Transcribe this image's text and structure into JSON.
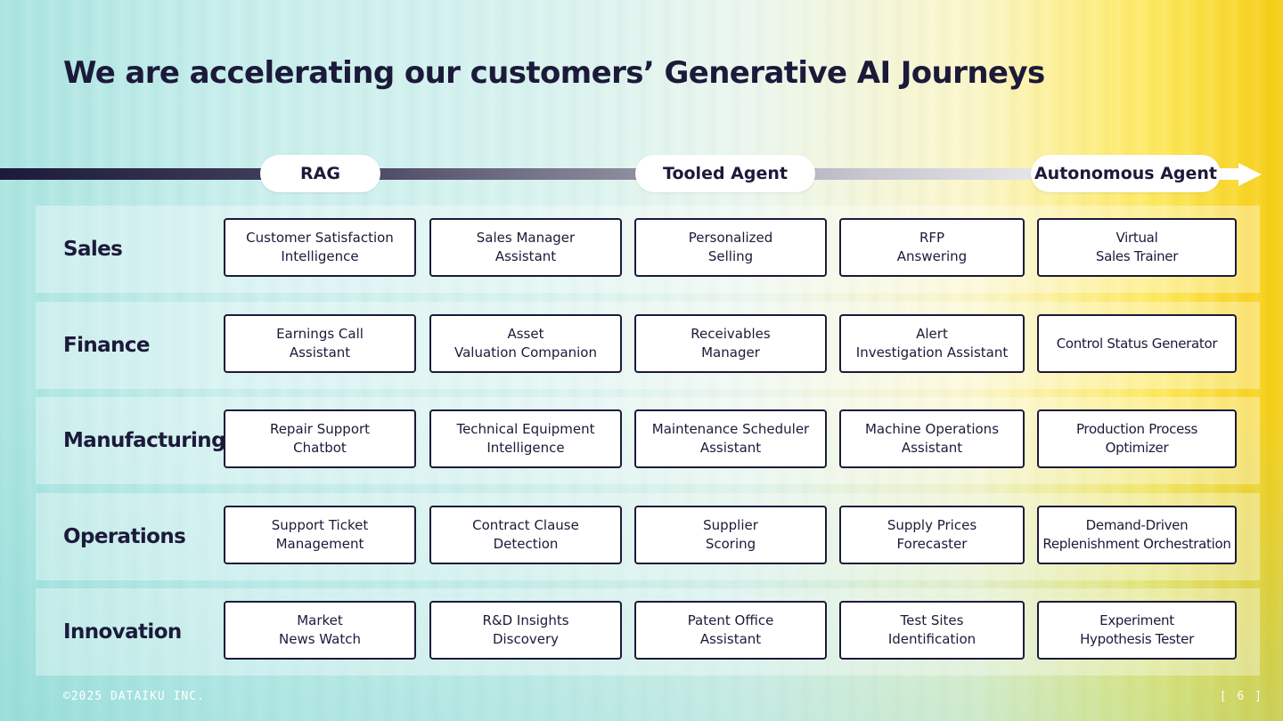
{
  "title": "We are accelerating our customers’ Generative AI Journeys",
  "stages": [
    "RAG",
    "Tooled Agent",
    "Autonomous Agent"
  ],
  "rows": [
    {
      "label": "Sales",
      "cards": [
        [
          "Customer Satisfaction",
          "Intelligence"
        ],
        [
          "Sales Manager",
          "Assistant"
        ],
        [
          "Personalized",
          "Selling"
        ],
        [
          "RFP",
          "Answering"
        ],
        [
          "Virtual",
          "Sales Trainer"
        ]
      ]
    },
    {
      "label": "Finance",
      "cards": [
        [
          "Earnings Call",
          "Assistant"
        ],
        [
          "Asset",
          "Valuation Companion"
        ],
        [
          "Receivables",
          "Manager"
        ],
        [
          "Alert",
          "Investigation Assistant"
        ],
        [
          "Control Status Generator"
        ]
      ]
    },
    {
      "label": "Manufacturing",
      "cards": [
        [
          "Repair Support",
          "Chatbot"
        ],
        [
          "Technical Equipment",
          "Intelligence"
        ],
        [
          "Maintenance Scheduler",
          "Assistant"
        ],
        [
          "Machine Operations",
          "Assistant"
        ],
        [
          "Production Process",
          "Optimizer"
        ]
      ]
    },
    {
      "label": "Operations",
      "cards": [
        [
          "Support Ticket",
          "Management"
        ],
        [
          "Contract Clause",
          "Detection"
        ],
        [
          "Supplier",
          "Scoring"
        ],
        [
          "Supply Prices",
          "Forecaster"
        ],
        [
          "Demand-Driven",
          "Replenishment Orchestration"
        ]
      ]
    },
    {
      "label": "Innovation",
      "cards": [
        [
          "Market",
          "News Watch"
        ],
        [
          "R&D Insights",
          "Discovery"
        ],
        [
          "Patent Office",
          "Assistant"
        ],
        [
          "Test Sites",
          "Identification"
        ],
        [
          "Experiment",
          "Hypothesis Tester"
        ]
      ]
    }
  ],
  "footer": {
    "copyright": "©2025 DATAIKU INC.",
    "page": "[ 6 ]"
  }
}
